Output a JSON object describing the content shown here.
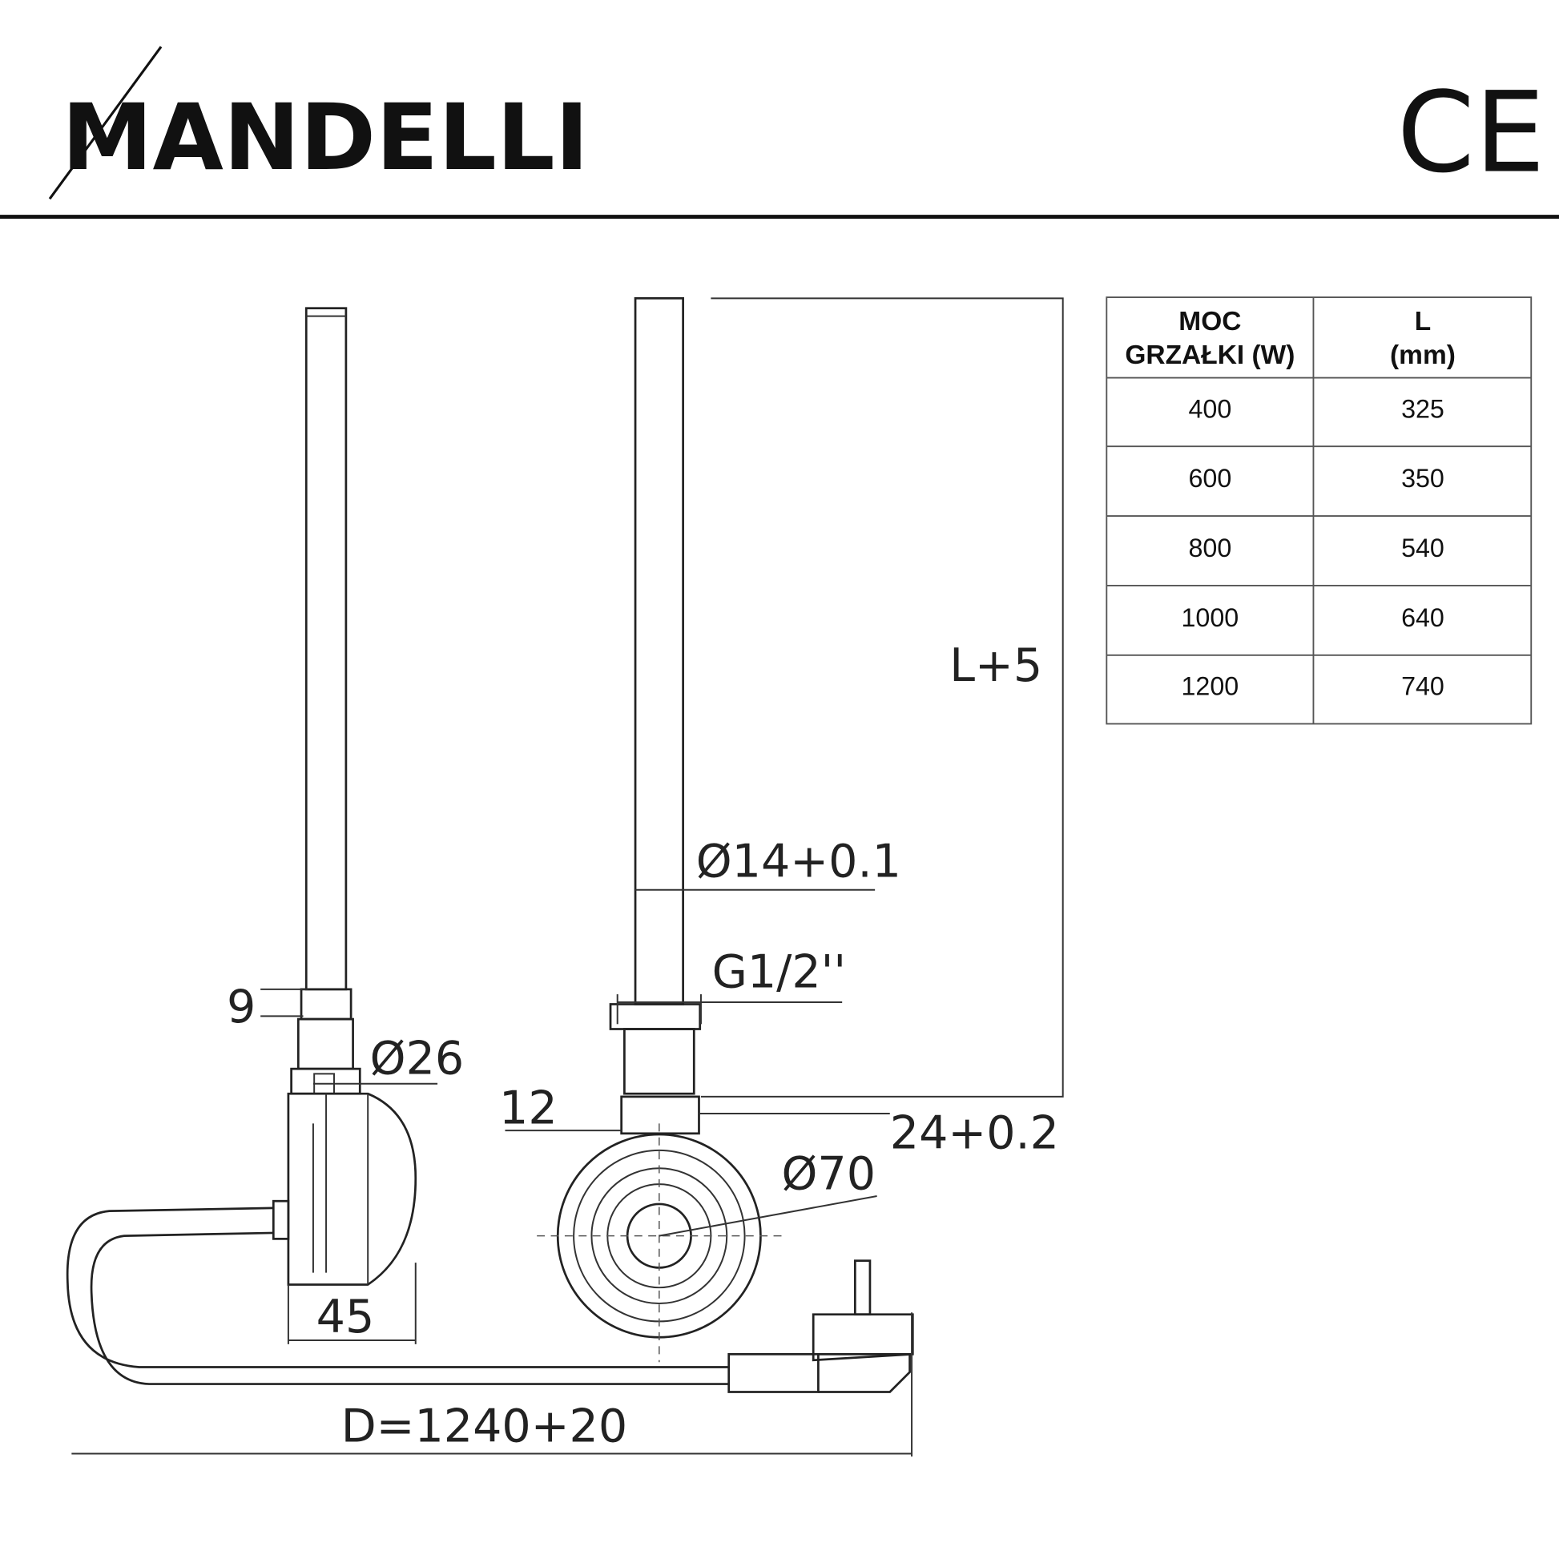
{
  "brand": {
    "name": "MANDELLI",
    "certification": "CE"
  },
  "dimensions": {
    "length": "L+5",
    "rod_diameter": "Ø14+0.1",
    "thread": "G1/2''",
    "nine": "9",
    "body_diameter": "Ø26",
    "twelve": "12",
    "wrench": "24+0.2",
    "knob_diameter": "Ø70",
    "width": "45",
    "cable_length": "D=1240+20"
  },
  "table": {
    "headers": [
      [
        "MOC",
        "GRZAŁKI (W)"
      ],
      [
        "L",
        "(mm)"
      ]
    ],
    "rows": [
      [
        "400",
        "325"
      ],
      [
        "600",
        "350"
      ],
      [
        "800",
        "540"
      ],
      [
        "1000",
        "640"
      ],
      [
        "1200",
        "740"
      ]
    ]
  }
}
